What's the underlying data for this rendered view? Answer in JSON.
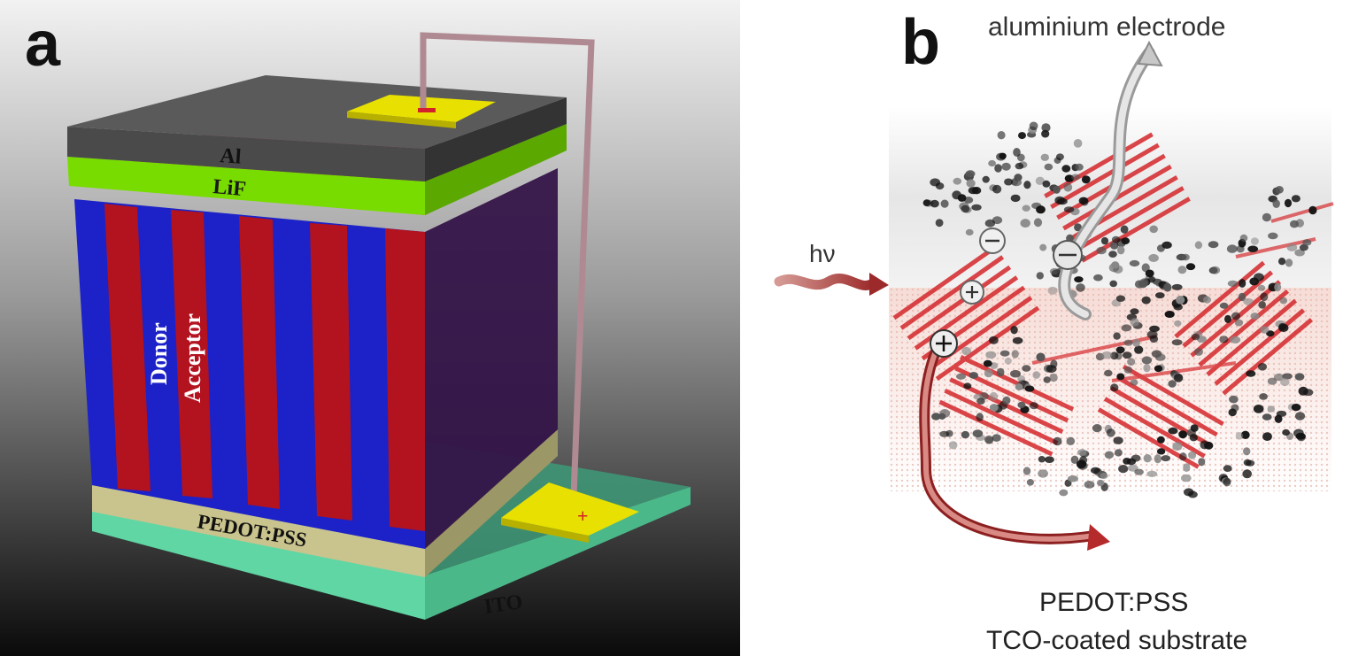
{
  "panel_a": {
    "label": "a",
    "layers": {
      "al": "Al",
      "lif": "LiF",
      "pedot": "PEDOT:PSS",
      "ito": "ITO"
    },
    "donor": "Donor",
    "acceptor": "Acceptor",
    "minus_sign": "−",
    "plus_sign": "+",
    "colors": {
      "donor": "#1c22c8",
      "acceptor": "#b3121f",
      "lif": "#7de000",
      "al": "#4a4a4a",
      "pedot": "#c7c28a",
      "ito": "#6fdcae",
      "contact": "#e8e000"
    }
  },
  "panel_b": {
    "label": "b",
    "top_label": "aluminium electrode",
    "light_label": "hν",
    "bottom_label_1": "PEDOT:PSS",
    "bottom_label_2": "TCO-coated substrate",
    "colors": {
      "polymer": "#d4262a",
      "fullerene": "#1a1a1a",
      "electron_path": "#d9d9d9",
      "hole_path": "#b52a2a"
    }
  }
}
